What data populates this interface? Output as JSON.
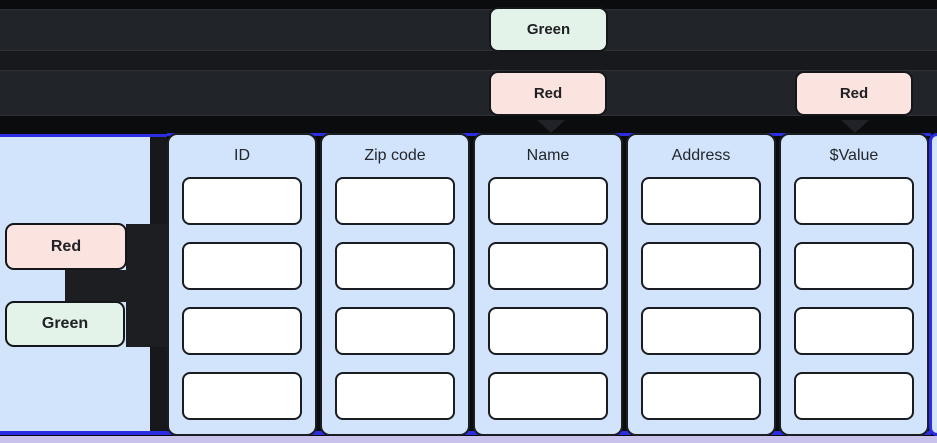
{
  "colors": {
    "page-bg": "#0b0c0e",
    "lane-bg": "#212428",
    "lane-gap-bg": "#17191c",
    "panel-blue": "#d2e3fc",
    "cell-white": "#ffffff",
    "stroke-dark": "#1a1d21",
    "selection-blue": "#2c2ce2",
    "green-badge-bg": "#e4f3e9",
    "red-badge-bg": "#fbe3df",
    "badge-text": "#202124",
    "header-text": "#23262b",
    "bottom-bar-bg": "#c8c2ec",
    "slot-dark": "#1c1e22",
    "gap-strip-dark": "#17181b",
    "arrow-dark": "#202227"
  },
  "badges": {
    "top": [
      {
        "label": "Green",
        "variant": "green",
        "points_to": "Name"
      },
      {
        "label": "Red",
        "variant": "red",
        "points_to": "Name"
      },
      {
        "label": "Red",
        "variant": "red",
        "points_to": "$Value"
      }
    ],
    "left": [
      {
        "label": "Red",
        "variant": "red"
      },
      {
        "label": "Green",
        "variant": "green"
      }
    ]
  },
  "table": {
    "row_count": 4,
    "columns": [
      {
        "header": "ID"
      },
      {
        "header": "Zip code"
      },
      {
        "header": "Name"
      },
      {
        "header": "Address"
      },
      {
        "header": "$Value"
      }
    ]
  }
}
